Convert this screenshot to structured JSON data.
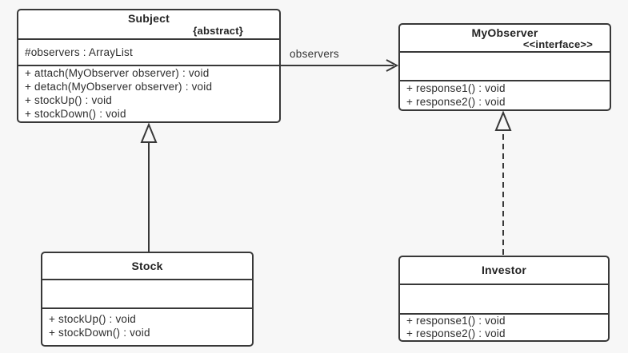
{
  "colors": {
    "background": "#f7f7f7",
    "box_fill": "#ffffff",
    "line": "#383838",
    "text": "#2d2d2d"
  },
  "classes": {
    "subject": {
      "name": "Subject",
      "stereotype": "{abstract}",
      "attributes": [
        "#observers : ArrayList"
      ],
      "methods": [
        "+ attach(MyObserver observer) : void",
        "+ detach(MyObserver observer) : void",
        "+ stockUp() : void",
        "+ stockDown() : void"
      ]
    },
    "myobserver": {
      "name": "MyObserver",
      "stereotype": "<<interface>>",
      "attributes": [],
      "methods": [
        "+ response1() : void",
        "+ response2() : void"
      ]
    },
    "stock": {
      "name": "Stock",
      "attributes": [],
      "methods": [
        "+ stockUp() : void",
        "+ stockDown() : void"
      ]
    },
    "investor": {
      "name": "Investor",
      "attributes": [],
      "methods": [
        "+ response1() : void",
        "+ response2() : void"
      ]
    }
  },
  "relationships": {
    "subject_myobserver": {
      "type": "association",
      "from": "Subject",
      "to": "MyObserver",
      "label": "observers",
      "line": "solid",
      "arrowhead": "open"
    },
    "stock_subject": {
      "type": "generalization",
      "from": "Stock",
      "to": "Subject",
      "line": "solid",
      "arrowhead": "hollow-triangle"
    },
    "investor_myobserver": {
      "type": "realization",
      "from": "Investor",
      "to": "MyObserver",
      "line": "dashed",
      "arrowhead": "hollow-triangle"
    }
  }
}
